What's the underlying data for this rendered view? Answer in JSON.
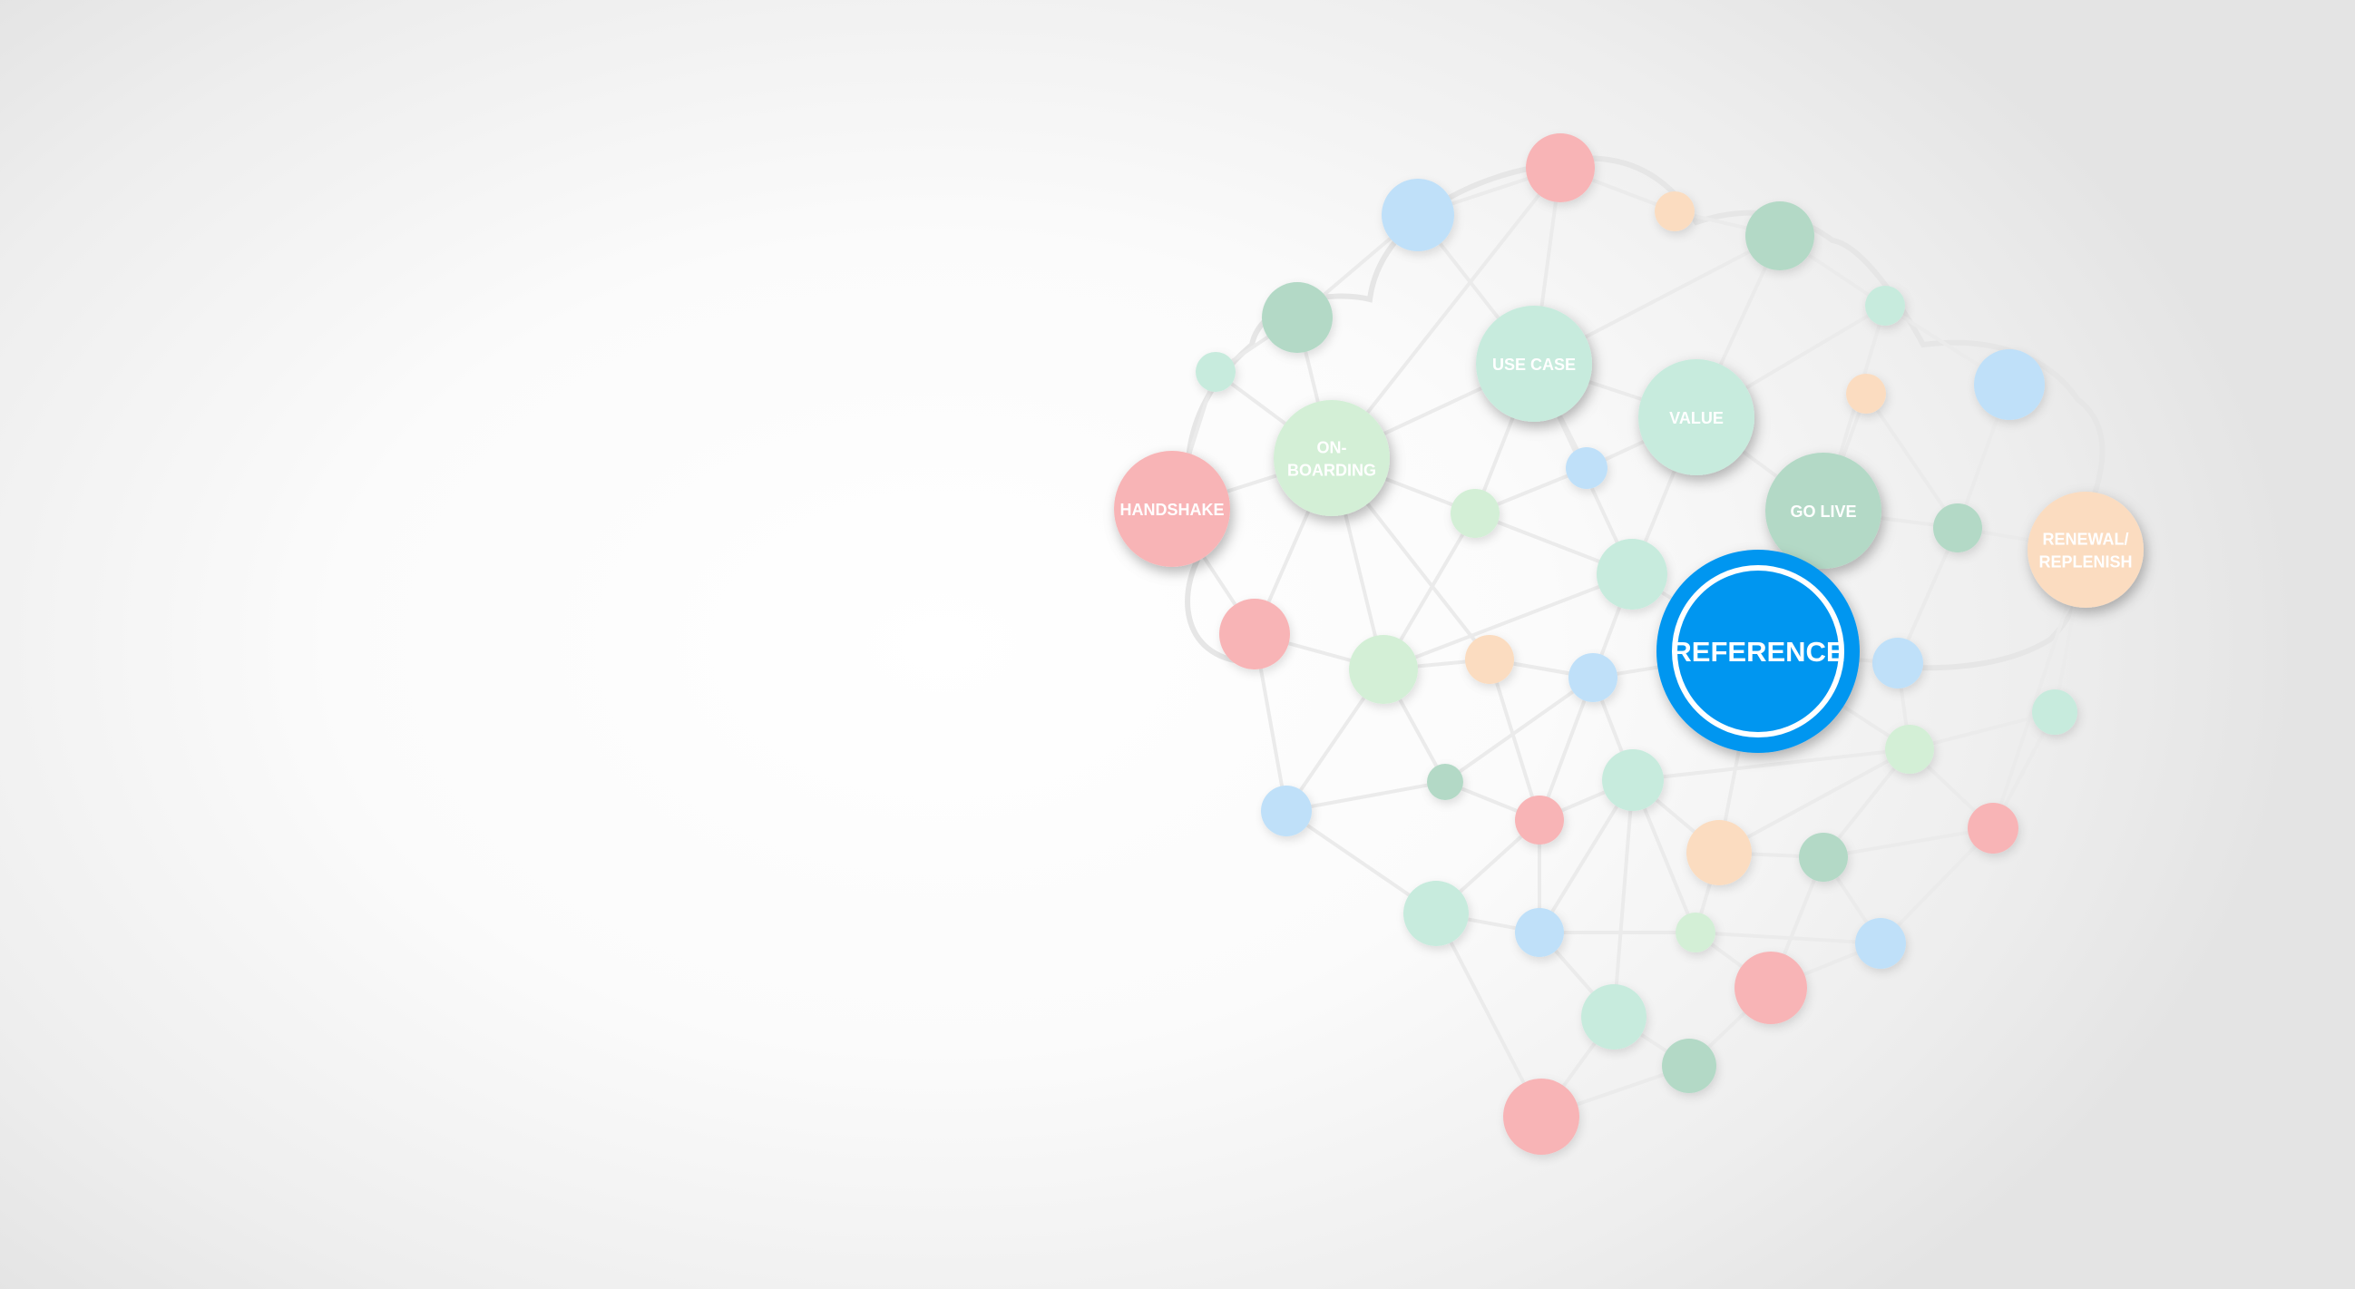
{
  "diagram": {
    "colors": {
      "pink": "#f8b4b6",
      "blue": "#bfe0f9",
      "green": "#cbe9d6",
      "mint": "#c7ebdd",
      "teal": "#b3d9c6",
      "lightgreen": "#d3efd6",
      "peach": "#fbdcc0",
      "accent": "#0096f0",
      "edge": "#ebebeb"
    },
    "stages": [
      {
        "id": "handshake",
        "lines": [
          "HANDSHAKE"
        ],
        "color": "pink"
      },
      {
        "id": "onboarding",
        "lines": [
          "ON-",
          "BOARDING"
        ],
        "color": "lightgreen"
      },
      {
        "id": "use-case",
        "lines": [
          "USE CASE"
        ],
        "color": "mint"
      },
      {
        "id": "value",
        "lines": [
          "VALUE"
        ],
        "color": "mint"
      },
      {
        "id": "go-live",
        "lines": [
          "GO LIVE"
        ],
        "color": "teal"
      },
      {
        "id": "renewal",
        "lines": [
          "RENEWAL/",
          "REPLENISH"
        ],
        "color": "peach"
      }
    ],
    "highlight": {
      "id": "reference",
      "label": "REFERENCE",
      "color": "accent"
    }
  }
}
